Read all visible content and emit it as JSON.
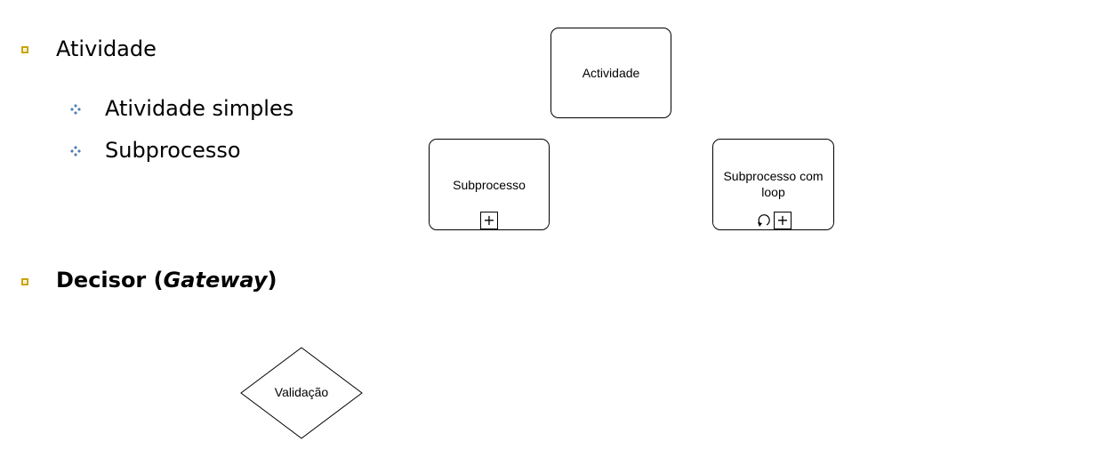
{
  "bullets": {
    "atividade": "Atividade",
    "atividade_simples": "Atividade simples",
    "subprocesso": "Subprocesso",
    "decisor_prefix": "Decisor (",
    "decisor_italic": "Gateway",
    "decisor_suffix": ")"
  },
  "diagram": {
    "activity_label": "Actividade",
    "subprocess_label": "Subprocesso",
    "subprocess_loop_label": "Subprocesso com loop",
    "gateway_label": "Validação",
    "plus_symbol": "+"
  },
  "colors": {
    "square_bullet": "#c9a400",
    "diamond_bullet": "#4f7fb0"
  }
}
